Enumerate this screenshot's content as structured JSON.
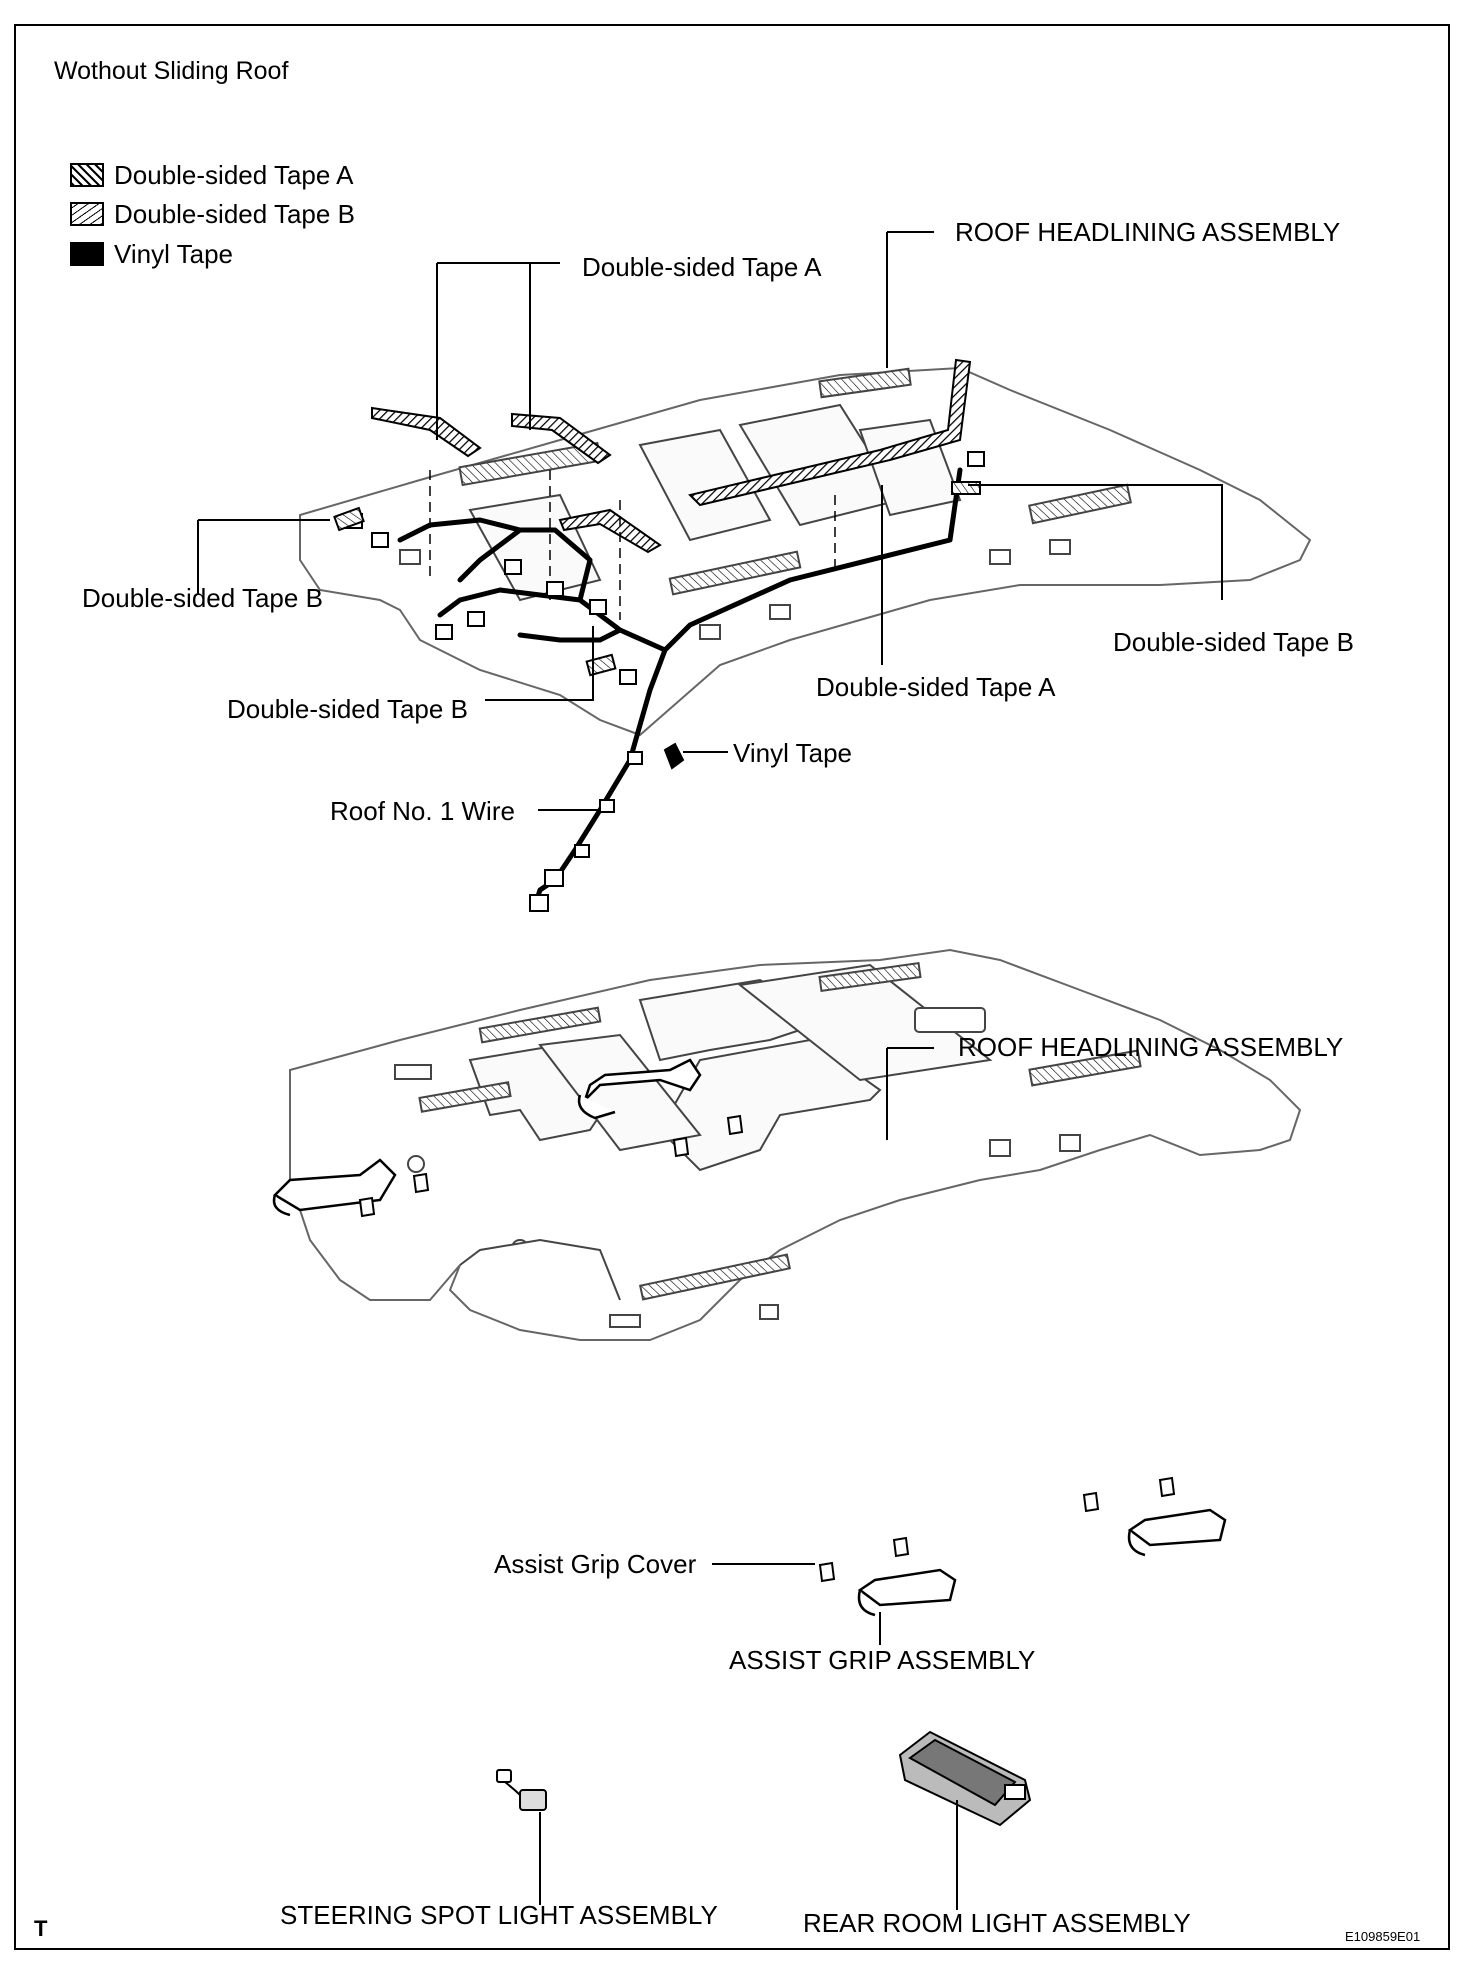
{
  "title": "Wothout Sliding Roof",
  "legend": [
    {
      "label": "Double-sided Tape A",
      "pattern": "diagonal-hatch"
    },
    {
      "label": "Double-sided Tape B",
      "pattern": "fine-hatch"
    },
    {
      "label": "Vinyl Tape",
      "pattern": "solid-black"
    }
  ],
  "labels": {
    "tape_a_top": "Double-sided Tape A",
    "roof_headlining_top": "ROOF HEADLINING ASSEMBLY",
    "tape_b_left": "Double-sided Tape B",
    "tape_b_right": "Double-sided Tape B",
    "tape_a_middle": "Double-sided Tape A",
    "tape_b_lower": "Double-sided Tape B",
    "vinyl_tape": "Vinyl Tape",
    "roof_wire": "Roof No. 1 Wire",
    "roof_headlining_bottom": "ROOF HEADLINING ASSEMBLY",
    "assist_grip_cover": "Assist Grip Cover",
    "assist_grip_assembly": "ASSIST GRIP ASSEMBLY",
    "steering_spot_light": "STEERING SPOT LIGHT ASSEMBLY",
    "rear_room_light": "REAR ROOM LIGHT ASSEMBLY"
  },
  "corner_mark": "T",
  "figure_id": "E109859E01"
}
